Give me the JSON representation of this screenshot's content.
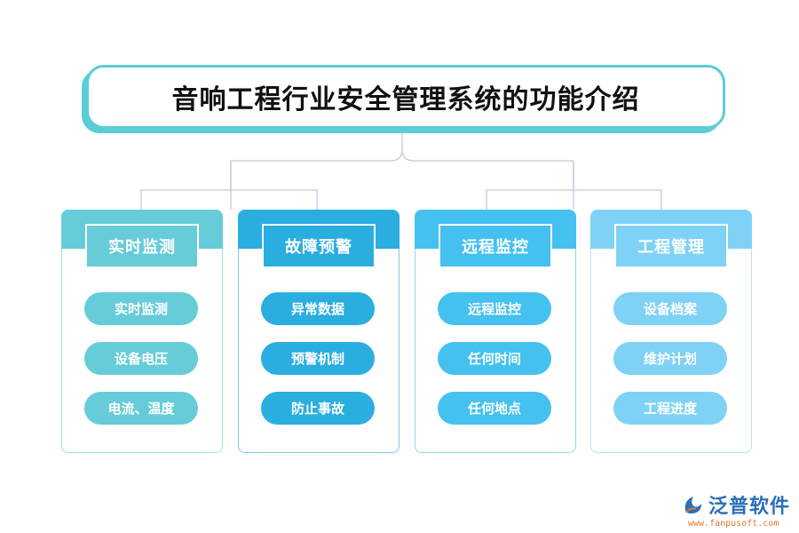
{
  "title": "音响工程行业安全管理系统的功能介绍",
  "colors": [
    "#66ccd9",
    "#2aaee0",
    "#45c1ef",
    "#7fd2f5"
  ],
  "columns": [
    {
      "header": "实时监测",
      "items": [
        "实时监测",
        "设备电压",
        "电流、温度"
      ]
    },
    {
      "header": "故障预警",
      "items": [
        "异常数据",
        "预警机制",
        "防止事故"
      ]
    },
    {
      "header": "远程监控",
      "items": [
        "远程监控",
        "任何时间",
        "任何地点"
      ]
    },
    {
      "header": "工程管理",
      "items": [
        "设备档案",
        "维护计划",
        "工程进度"
      ]
    }
  ],
  "logo": {
    "name": "泛普软件",
    "url": "www.fanpusoft.com"
  }
}
